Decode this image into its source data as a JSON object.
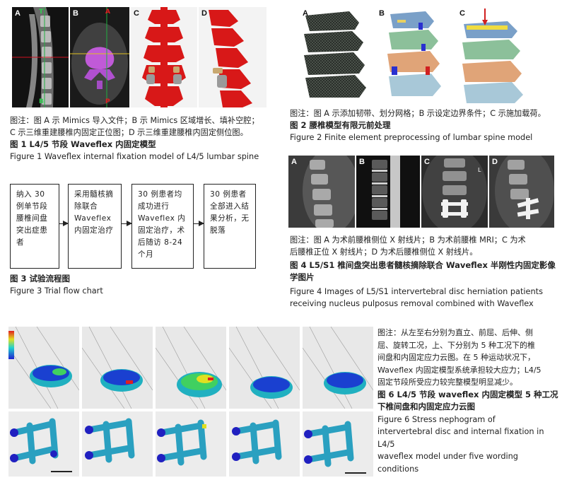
{
  "figure1": {
    "panels": [
      "A",
      "B",
      "C",
      "D"
    ],
    "marker_a": "T",
    "marker_a_bottom": "B",
    "marker_b": "A",
    "marker_b_bottom": "P",
    "caption_line1": "图注：图 A 示 Mimics 导入文件；B 示 Mimics 区域增长、填补空腔；",
    "caption_line2": "C 示三维重建腰椎内固定正位图；D 示三维重建腰椎内固定侧位图。",
    "title_cn": "图 1   L4/5 节段 Waveflex 内固定模型",
    "title_en": "Figure 1    Waveflex internal fixation model of L4/5 lumbar spine"
  },
  "figure2": {
    "panels": [
      "A",
      "B",
      "C"
    ],
    "caption": "图注：图 A 示添加韧带、划分网格；B 示设定边界条件；C 示施加载荷。",
    "title_cn": "图 2    腰椎模型有限元前处理",
    "title_en": "Figure 2    Finite element preprocessing of lumbar spine model"
  },
  "figure3": {
    "boxes": [
      "纳入 30 例单节段腰椎间盘突出症患者",
      "采用髓核摘除联合 Waveflex 内固定治疗",
      "30 例患者均成功进行 Waveflex 内固定治疗，术后随访 8-24 个月",
      "30 例患者全部进入结果分析，无脱落"
    ],
    "title_cn": "图 3   试验流程图",
    "title_en": "Figure 3    Trial flow chart"
  },
  "figure4": {
    "panels": [
      "A",
      "B",
      "C",
      "D"
    ],
    "panel_c_marker": "L",
    "caption_line1": "图注：图 A 为术前腰椎侧位 X 射线片；B 为术前腰椎 MRI；C 为术",
    "caption_line2": "后腰椎正位 X 射线片；D 为术后腰椎侧位 X 射线片。",
    "title_cn": "图 4    L5/S1 椎间盘突出患者髓核摘除联合 Waveflex 半刚性内固定影像学图片",
    "title_en_line1": "Figure 4    Images of L5/S1 intervertebral disc herniation patients",
    "title_en_line2": "receiving nucleus pulposus removal combined with Waveflex"
  },
  "figure6": {
    "caption_lines": [
      "图注：从左至右分别为直立、前屈、后伸、侧",
      "屈、旋转工况，上、下分别为 5 种工况下的椎",
      "间盘和内固定应力云图。在 5 种运动状况下，",
      "Waveflex 内固定模型系统承担较大应力；L4/5",
      "固定节段所受应力较完整模型明显减少。"
    ],
    "title_cn_line1": "图 6    L4/5 节段 waveflex 内固定模型 5 种工况",
    "title_cn_line2": "下椎间盘和内固定应力云图",
    "title_en_lines": [
      "Figure 6    Stress nephogram of",
      "intervertebral disc and internal fixation in L4/5",
      "waveflex model under five wording",
      "conditions"
    ]
  }
}
